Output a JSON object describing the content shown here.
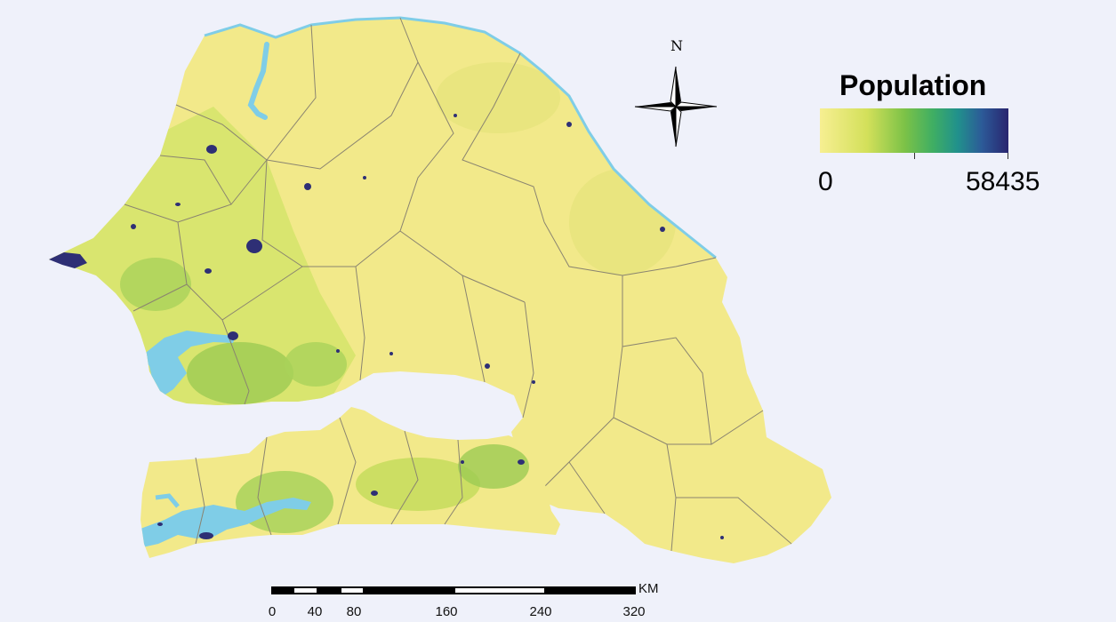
{
  "legend": {
    "title": "Population",
    "min_label": "0",
    "max_label": "58435",
    "colors": [
      "#f7ef92",
      "#d3e05a",
      "#7cc247",
      "#3fae63",
      "#21918c",
      "#2c5a98",
      "#29256f"
    ]
  },
  "north_arrow": {
    "letter": "N"
  },
  "scale_bar": {
    "unit": "KM",
    "labels": [
      "0",
      "40",
      "80",
      "160",
      "240",
      "320"
    ]
  },
  "colors": {
    "background": "#eff1fa",
    "land_base": "#f2e98a",
    "land_dense": "#a9d25a",
    "water": "#7fcde7",
    "urban": "#2e2f75",
    "boundary": "#8a8470"
  }
}
